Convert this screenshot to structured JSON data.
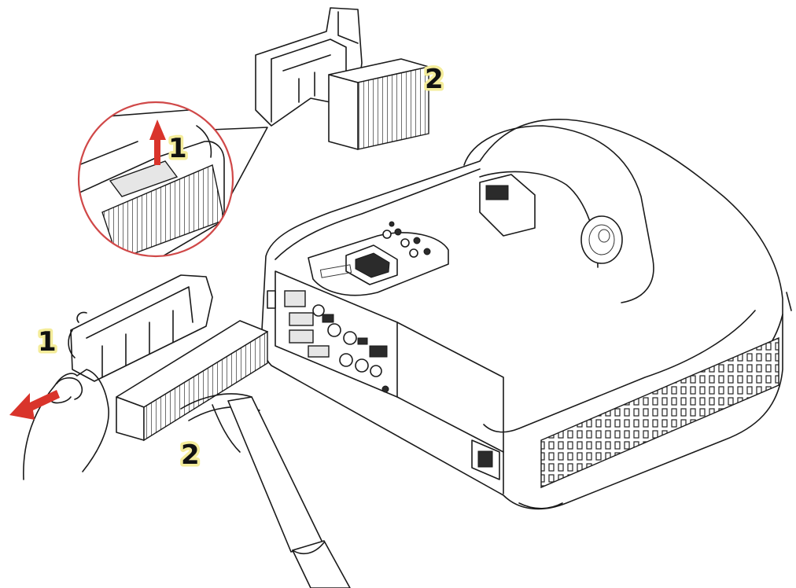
{
  "colors": {
    "line": "#1a1a1a",
    "arrow": "#d9342b",
    "callout_circle": "#d04848",
    "label_highlight": "#f4ec9a"
  },
  "labels": {
    "step1_zoom": "1",
    "step2_top": "2",
    "step1_side": "1",
    "step2_bottom": "2"
  },
  "icons": {
    "zoom": "magnified-callout",
    "arrow_up": "red-up-arrow",
    "arrow_left": "red-left-arrow",
    "projector": "projector-body",
    "vacuum": "vacuum-nozzle",
    "hand": "hand"
  }
}
